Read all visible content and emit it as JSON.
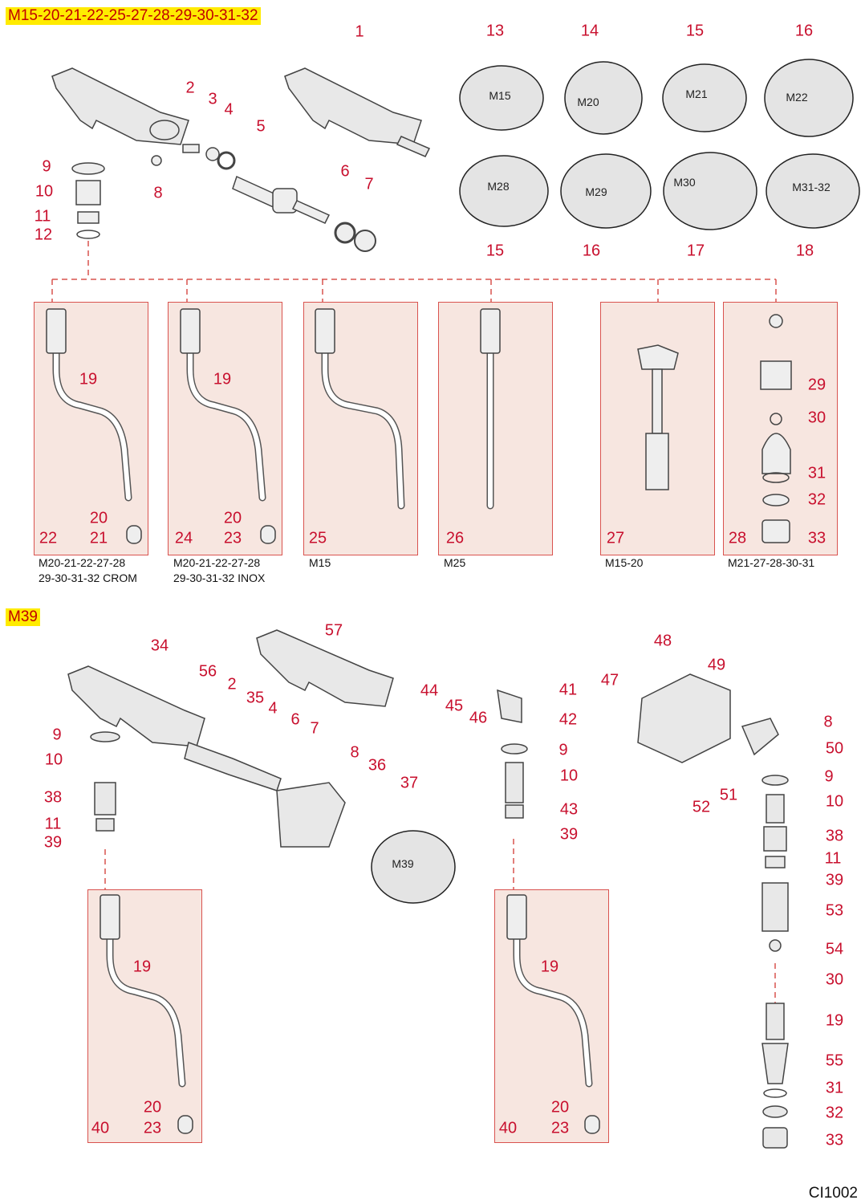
{
  "headers": {
    "top": "M15-20-21-22-25-27-28-29-30-31-32",
    "bottom": "M39"
  },
  "footer": "CI1002",
  "callouts": [
    "1",
    "2",
    "3",
    "4",
    "5",
    "6",
    "7",
    "8",
    "9",
    "10",
    "11",
    "12",
    "13",
    "14",
    "15",
    "16",
    "15",
    "16",
    "17",
    "18",
    "19",
    "20",
    "21",
    "22",
    "19",
    "20",
    "23",
    "24",
    "25",
    "26",
    "27",
    "28",
    "29",
    "30",
    "31",
    "32",
    "33",
    "34",
    "57",
    "56",
    "2",
    "35",
    "4",
    "6",
    "7",
    "8",
    "36",
    "37",
    "9",
    "10",
    "38",
    "11",
    "39",
    "44",
    "45",
    "46",
    "41",
    "42",
    "9",
    "10",
    "43",
    "39",
    "47",
    "48",
    "49",
    "8",
    "50",
    "9",
    "10",
    "52",
    "51",
    "38",
    "11",
    "39",
    "53",
    "54",
    "30",
    "19",
    "55",
    "31",
    "32",
    "33",
    "19",
    "20",
    "23",
    "40",
    "19",
    "20",
    "23",
    "40"
  ],
  "knob_labels": [
    "M15",
    "M20",
    "M21",
    "M22",
    "M28",
    "M29",
    "M30",
    "M31-32",
    "M39"
  ],
  "captions": [
    {
      "line1": "M20-21-22-27-28",
      "line2": "29-30-31-32 CROM"
    },
    {
      "line1": "M20-21-22-27-28",
      "line2": "29-30-31-32 INOX"
    },
    {
      "line1": "M15",
      "line2": ""
    },
    {
      "line1": "M25",
      "line2": ""
    },
    {
      "line1": "M15-20",
      "line2": ""
    },
    {
      "line1": "M21-27-28-30-31",
      "line2": ""
    }
  ],
  "colors": {
    "accent": "#c8102e",
    "box_fill": "#f7e6e0",
    "highlight": "#ffeb00"
  }
}
